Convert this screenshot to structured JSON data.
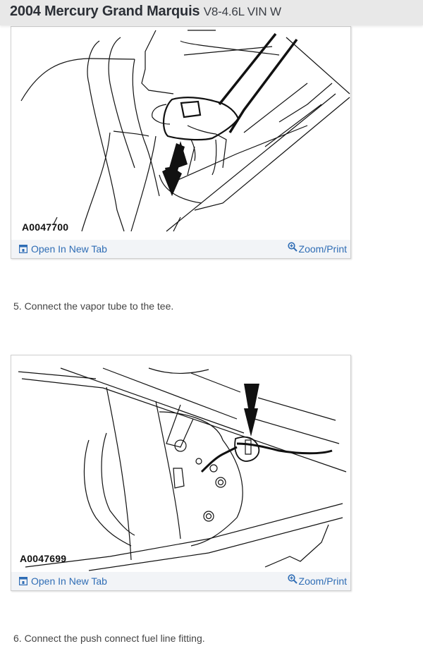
{
  "header": {
    "title": "2004 Mercury Grand Marquis",
    "subtitle": "V8-4.6L VIN W"
  },
  "figures": [
    {
      "caption": "A0047700",
      "open_label": "Open In New Tab",
      "zoom_label": "Zoom/Print",
      "open_icon": "open-new-tab-icon",
      "zoom_icon": "zoom-in-icon"
    },
    {
      "caption": "A0047699",
      "open_label": "Open In New Tab",
      "zoom_label": "Zoom/Print",
      "open_icon": "open-new-tab-icon",
      "zoom_icon": "zoom-in-icon"
    }
  ],
  "steps": [
    {
      "text": "5. Connect the vapor tube to the tee."
    },
    {
      "text": "6. Connect the push connect fuel line fitting."
    }
  ],
  "colors": {
    "header_bg": "#e8e8e8",
    "link": "#2f6db5",
    "toolbar_bg": "#f2f4f7",
    "step_text": "#444444"
  }
}
